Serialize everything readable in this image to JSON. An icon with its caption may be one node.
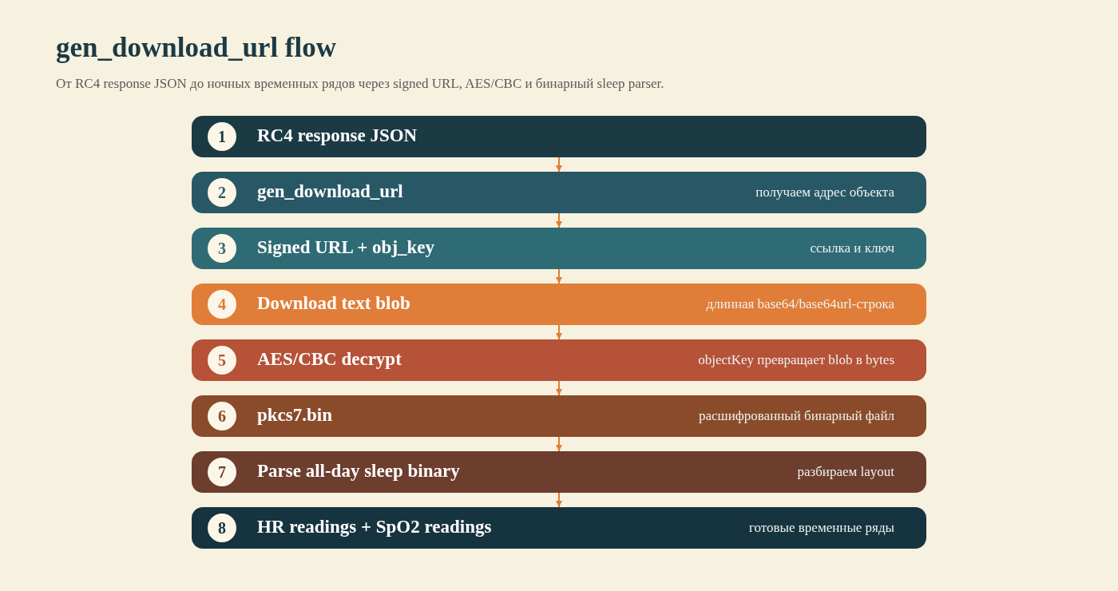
{
  "diagram": {
    "title": "gen_download_url flow",
    "caption": "От RC4 response JSON до ночных временных рядов через signed URL, AES/CBC и бинарный sleep parser.",
    "nodes": [
      {
        "text": [
          "1",
          "RC4 response JSON"
        ]
      },
      {
        "text": [
          "2",
          "gen_download_url",
          "получаем адрес объекта"
        ]
      },
      {
        "text": [
          "3",
          "Signed URL + obj_key",
          "ссылка и ключ"
        ]
      },
      {
        "text": [
          "4",
          "Download text blob",
          "длинная base64/base64url-строка"
        ]
      },
      {
        "text": [
          "5",
          "AES/CBC decrypt",
          "objectKey превращает blob в bytes"
        ]
      },
      {
        "text": [
          "6",
          "pkcs7.bin",
          "расшифрованный бинарный файл"
        ]
      },
      {
        "text": [
          "7",
          "Parse all-day sleep binary",
          "разбираем layout"
        ]
      },
      {
        "text": [
          "8",
          "HR readings + SpO2 readings",
          "готовые временные ряды"
        ]
      }
    ],
    "edges": [
      {
        "from": 0,
        "to": 1,
        "arrow": "to"
      },
      {
        "from": 1,
        "to": 2,
        "arrow": "to"
      },
      {
        "from": 2,
        "to": 3,
        "arrow": "to"
      },
      {
        "from": 3,
        "to": 4,
        "arrow": "to"
      },
      {
        "from": 4,
        "to": 5,
        "arrow": "to"
      },
      {
        "from": 5,
        "to": 6,
        "arrow": "to"
      },
      {
        "from": 6,
        "to": 7,
        "arrow": "to"
      }
    ]
  }
}
